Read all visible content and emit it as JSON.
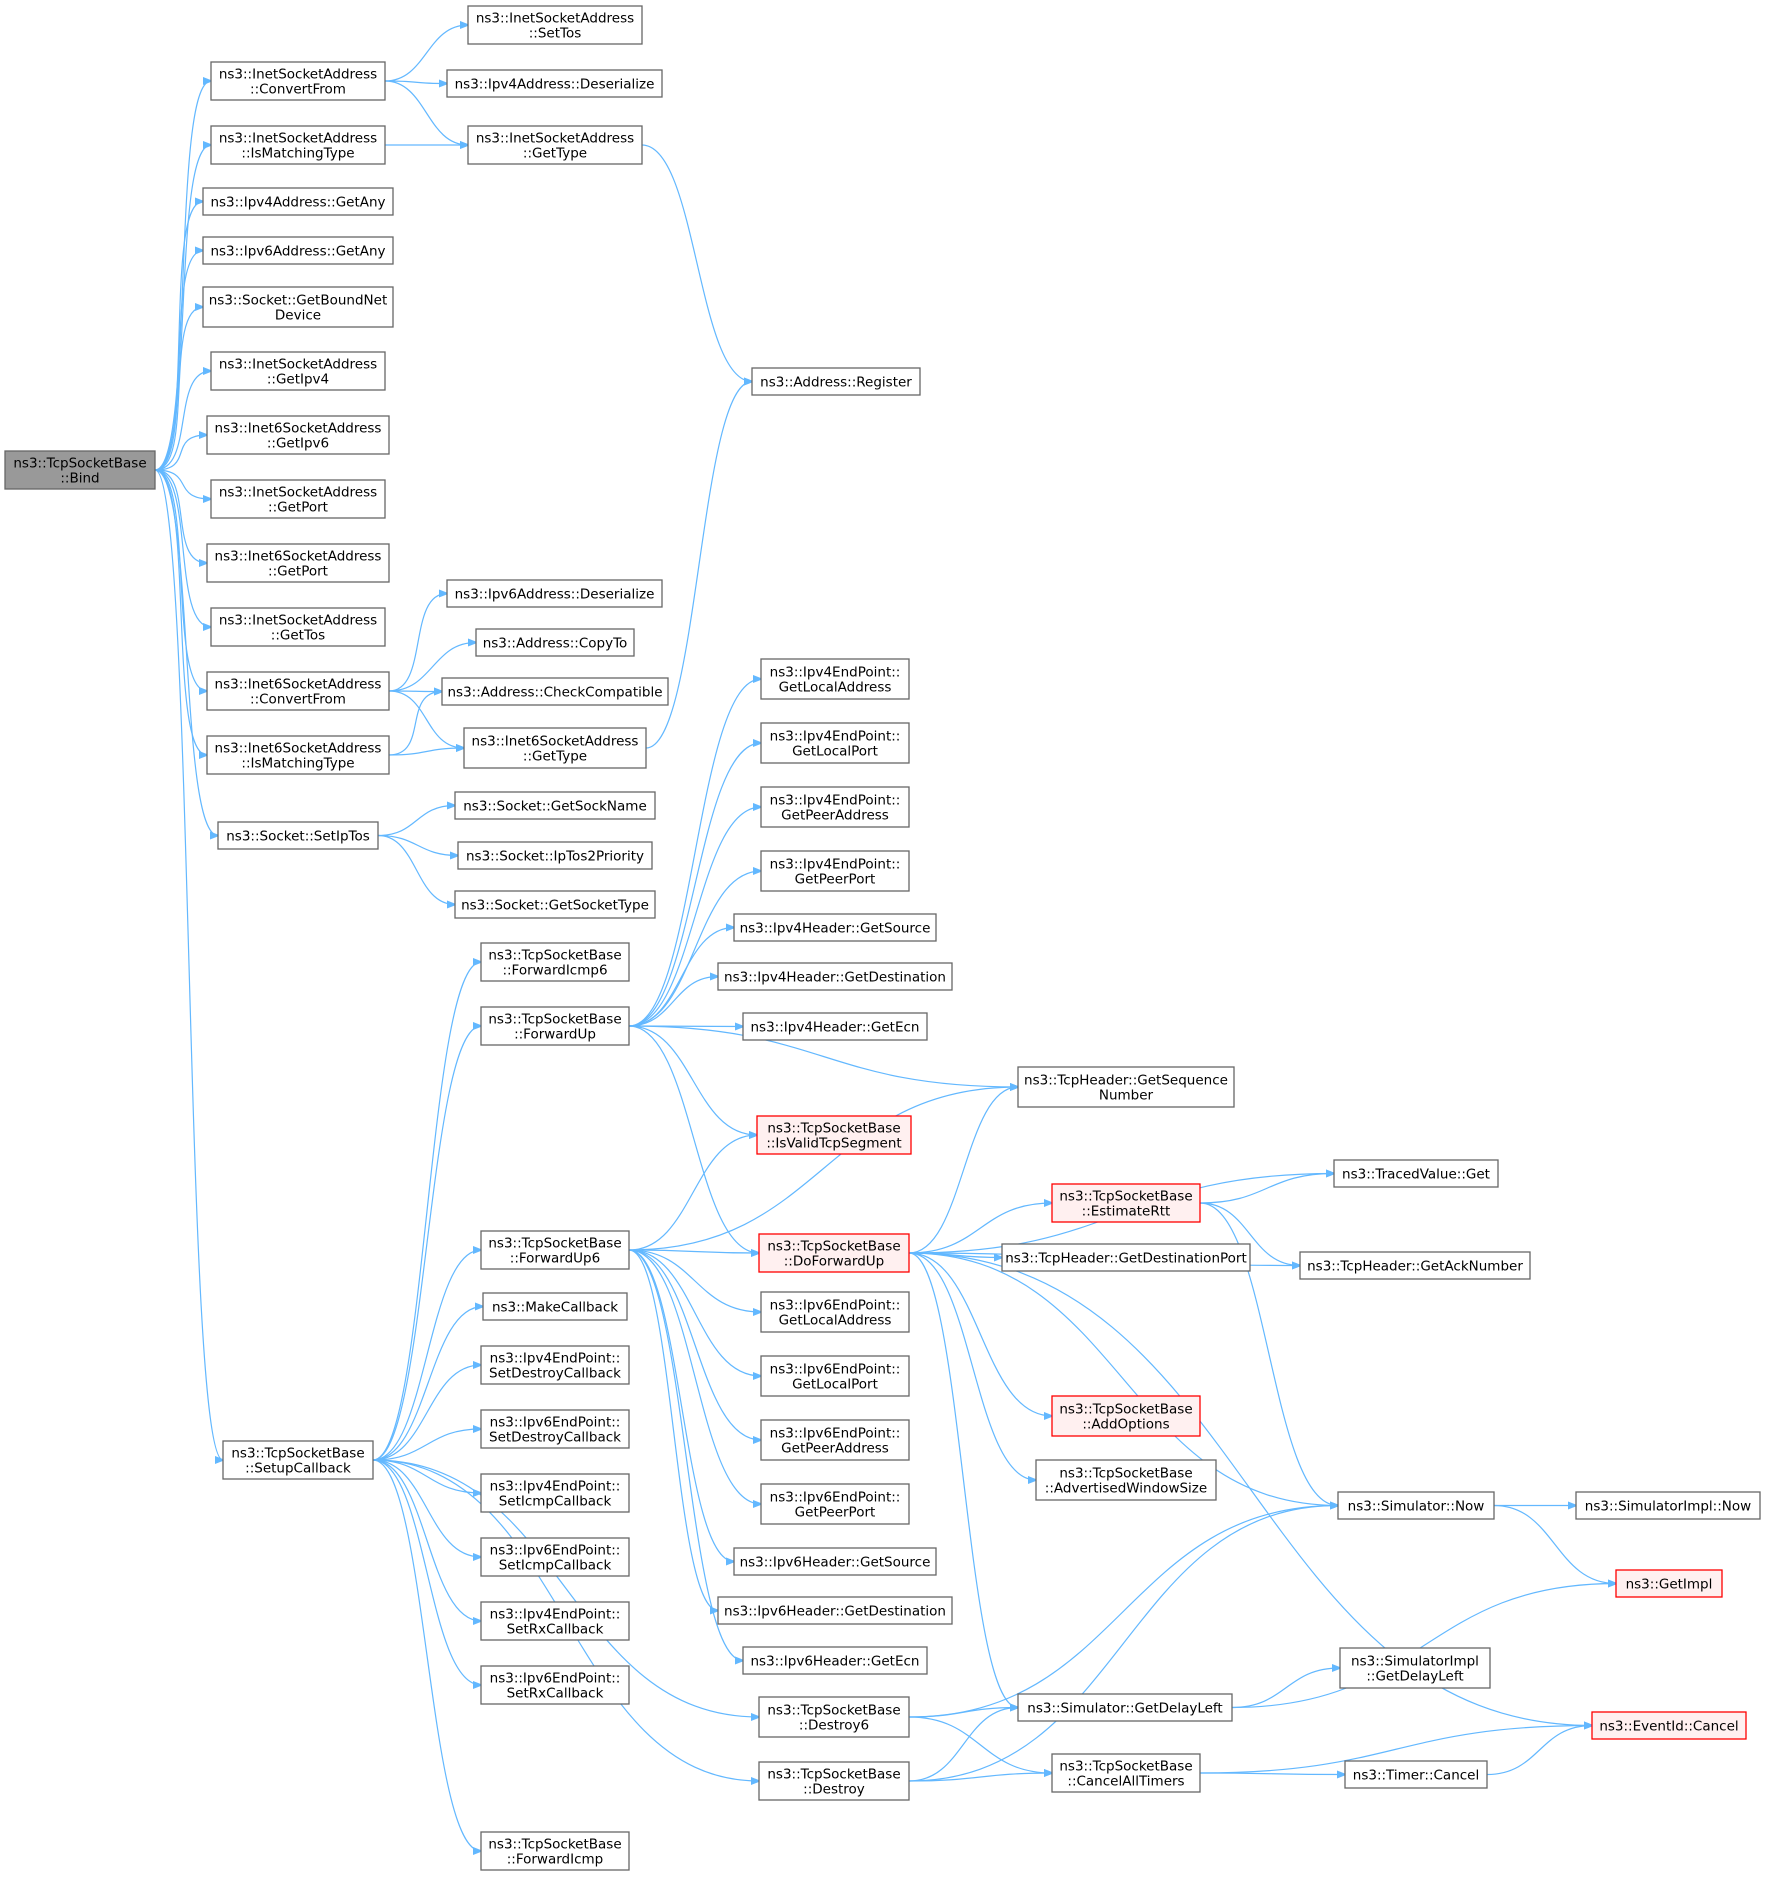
{
  "diagram": {
    "styles": {
      "edge_color": "#63b8ff",
      "node_fill": "#ffffff",
      "node_border": "#666666",
      "root_fill": "#999999",
      "root_border": "#666666",
      "truncated_fill": "#fff0f0",
      "truncated_border": "#ff0000"
    },
    "nodes": [
      {
        "id": "bind",
        "lines": [
          "ns3::TcpSocketBase",
          "::Bind"
        ],
        "style": "root"
      },
      {
        "id": "inetsa_convertfrom",
        "lines": [
          "ns3::InetSocketAddress",
          "::ConvertFrom"
        ]
      },
      {
        "id": "inetsa_ismatchingtype",
        "lines": [
          "ns3::InetSocketAddress",
          "::IsMatchingType"
        ]
      },
      {
        "id": "ipv4addr_getany",
        "lines": [
          "ns3::Ipv4Address::GetAny"
        ]
      },
      {
        "id": "ipv6addr_getany",
        "lines": [
          "ns3::Ipv6Address::GetAny"
        ]
      },
      {
        "id": "socket_getboundnetdevice",
        "lines": [
          "ns3::Socket::GetBoundNet",
          "Device"
        ]
      },
      {
        "id": "inetsa_getipv4",
        "lines": [
          "ns3::InetSocketAddress",
          "::GetIpv4"
        ]
      },
      {
        "id": "inet6sa_getipv6",
        "lines": [
          "ns3::Inet6SocketAddress",
          "::GetIpv6"
        ]
      },
      {
        "id": "inetsa_getport",
        "lines": [
          "ns3::InetSocketAddress",
          "::GetPort"
        ]
      },
      {
        "id": "inet6sa_getport",
        "lines": [
          "ns3::Inet6SocketAddress",
          "::GetPort"
        ]
      },
      {
        "id": "inetsa_gettos",
        "lines": [
          "ns3::InetSocketAddress",
          "::GetTos"
        ]
      },
      {
        "id": "inet6sa_convertfrom",
        "lines": [
          "ns3::Inet6SocketAddress",
          "::ConvertFrom"
        ]
      },
      {
        "id": "inet6sa_ismatchingtype",
        "lines": [
          "ns3::Inet6SocketAddress",
          "::IsMatchingType"
        ]
      },
      {
        "id": "socket_setiptos",
        "lines": [
          "ns3::Socket::SetIpTos"
        ]
      },
      {
        "id": "setupcallback",
        "lines": [
          "ns3::TcpSocketBase",
          "::SetupCallback"
        ]
      },
      {
        "id": "inetsa_settos",
        "lines": [
          "ns3::InetSocketAddress",
          "::SetTos"
        ]
      },
      {
        "id": "ipv4addr_deserialize",
        "lines": [
          "ns3::Ipv4Address::Deserialize"
        ]
      },
      {
        "id": "inetsa_gettype",
        "lines": [
          "ns3::InetSocketAddress",
          "::GetType"
        ]
      },
      {
        "id": "ipv6addr_deserialize",
        "lines": [
          "ns3::Ipv6Address::Deserialize"
        ]
      },
      {
        "id": "address_copyto",
        "lines": [
          "ns3::Address::CopyTo"
        ]
      },
      {
        "id": "address_checkcompatible",
        "lines": [
          "ns3::Address::CheckCompatible"
        ]
      },
      {
        "id": "inet6sa_gettype",
        "lines": [
          "ns3::Inet6SocketAddress",
          "::GetType"
        ]
      },
      {
        "id": "socket_getsockname",
        "lines": [
          "ns3::Socket::GetSockName"
        ]
      },
      {
        "id": "socket_iptos2priority",
        "lines": [
          "ns3::Socket::IpTos2Priority"
        ]
      },
      {
        "id": "socket_getsockettype",
        "lines": [
          "ns3::Socket::GetSocketType"
        ]
      },
      {
        "id": "forwardicmp6",
        "lines": [
          "ns3::TcpSocketBase",
          "::ForwardIcmp6"
        ]
      },
      {
        "id": "forwardup",
        "lines": [
          "ns3::TcpSocketBase",
          "::ForwardUp"
        ]
      },
      {
        "id": "forwardup6",
        "lines": [
          "ns3::TcpSocketBase",
          "::ForwardUp6"
        ]
      },
      {
        "id": "makecallback",
        "lines": [
          "ns3::MakeCallback"
        ]
      },
      {
        "id": "ipv4ep_setdestroycallback",
        "lines": [
          "ns3::Ipv4EndPoint::",
          "SetDestroyCallback"
        ]
      },
      {
        "id": "ipv6ep_setdestroycallback",
        "lines": [
          "ns3::Ipv6EndPoint::",
          "SetDestroyCallback"
        ]
      },
      {
        "id": "ipv4ep_seticmpcallback",
        "lines": [
          "ns3::Ipv4EndPoint::",
          "SetIcmpCallback"
        ]
      },
      {
        "id": "ipv6ep_seticmpcallback",
        "lines": [
          "ns3::Ipv6EndPoint::",
          "SetIcmpCallback"
        ]
      },
      {
        "id": "ipv4ep_setrxcallback",
        "lines": [
          "ns3::Ipv4EndPoint::",
          "SetRxCallback"
        ]
      },
      {
        "id": "ipv6ep_setrxcallback",
        "lines": [
          "ns3::Ipv6EndPoint::",
          "SetRxCallback"
        ]
      },
      {
        "id": "forwardicmp",
        "lines": [
          "ns3::TcpSocketBase",
          "::ForwardIcmp"
        ]
      },
      {
        "id": "address_register",
        "lines": [
          "ns3::Address::Register"
        ]
      },
      {
        "id": "ipv4ep_getlocaladdress",
        "lines": [
          "ns3::Ipv4EndPoint::",
          "GetLocalAddress"
        ]
      },
      {
        "id": "ipv4ep_getlocalport",
        "lines": [
          "ns3::Ipv4EndPoint::",
          "GetLocalPort"
        ]
      },
      {
        "id": "ipv4ep_getpeeraddress",
        "lines": [
          "ns3::Ipv4EndPoint::",
          "GetPeerAddress"
        ]
      },
      {
        "id": "ipv4ep_getpeerport",
        "lines": [
          "ns3::Ipv4EndPoint::",
          "GetPeerPort"
        ]
      },
      {
        "id": "ipv4hdr_getsource",
        "lines": [
          "ns3::Ipv4Header::GetSource"
        ]
      },
      {
        "id": "ipv4hdr_getdestination",
        "lines": [
          "ns3::Ipv4Header::GetDestination"
        ]
      },
      {
        "id": "ipv4hdr_getecn",
        "lines": [
          "ns3::Ipv4Header::GetEcn"
        ]
      },
      {
        "id": "isvalidtcpsegment",
        "lines": [
          "ns3::TcpSocketBase",
          "::IsValidTcpSegment"
        ],
        "style": "truncated"
      },
      {
        "id": "doforwardup",
        "lines": [
          "ns3::TcpSocketBase",
          "::DoForwardUp"
        ],
        "style": "truncated"
      },
      {
        "id": "ipv6ep_getlocaladdress",
        "lines": [
          "ns3::Ipv6EndPoint::",
          "GetLocalAddress"
        ]
      },
      {
        "id": "ipv6ep_getlocalport",
        "lines": [
          "ns3::Ipv6EndPoint::",
          "GetLocalPort"
        ]
      },
      {
        "id": "ipv6ep_getpeeraddress",
        "lines": [
          "ns3::Ipv6EndPoint::",
          "GetPeerAddress"
        ]
      },
      {
        "id": "ipv6ep_getpeerport",
        "lines": [
          "ns3::Ipv6EndPoint::",
          "GetPeerPort"
        ]
      },
      {
        "id": "ipv6hdr_getsource",
        "lines": [
          "ns3::Ipv6Header::GetSource"
        ]
      },
      {
        "id": "ipv6hdr_getdestination",
        "lines": [
          "ns3::Ipv6Header::GetDestination"
        ]
      },
      {
        "id": "ipv6hdr_getecn",
        "lines": [
          "ns3::Ipv6Header::GetEcn"
        ]
      },
      {
        "id": "destroy6",
        "lines": [
          "ns3::TcpSocketBase",
          "::Destroy6"
        ]
      },
      {
        "id": "destroy",
        "lines": [
          "ns3::TcpSocketBase",
          "::Destroy"
        ]
      },
      {
        "id": "tcphdr_getsequencenumber",
        "lines": [
          "ns3::TcpHeader::GetSequence",
          "Number"
        ]
      },
      {
        "id": "estimatertt",
        "lines": [
          "ns3::TcpSocketBase",
          "::EstimateRtt"
        ],
        "style": "truncated"
      },
      {
        "id": "tcphdr_getdestinationport",
        "lines": [
          "ns3::TcpHeader::GetDestinationPort"
        ]
      },
      {
        "id": "addoptions",
        "lines": [
          "ns3::TcpSocketBase",
          "::AddOptions"
        ],
        "style": "truncated"
      },
      {
        "id": "advertisedwindowsize",
        "lines": [
          "ns3::TcpSocketBase",
          "::AdvertisedWindowSize"
        ]
      },
      {
        "id": "simulator_getdelayleft",
        "lines": [
          "ns3::Simulator::GetDelayLeft"
        ]
      },
      {
        "id": "cancelalltimers",
        "lines": [
          "ns3::TcpSocketBase",
          "::CancelAllTimers"
        ]
      },
      {
        "id": "tracedvalue_get",
        "lines": [
          "ns3::TracedValue::Get"
        ]
      },
      {
        "id": "tcphdr_getacknumber",
        "lines": [
          "ns3::TcpHeader::GetAckNumber"
        ]
      },
      {
        "id": "simulator_now",
        "lines": [
          "ns3::Simulator::Now"
        ]
      },
      {
        "id": "simulatorimpl_getdelayleft",
        "lines": [
          "ns3::SimulatorImpl",
          "::GetDelayLeft"
        ]
      },
      {
        "id": "timer_cancel",
        "lines": [
          "ns3::Timer::Cancel"
        ]
      },
      {
        "id": "simulatorimpl_now",
        "lines": [
          "ns3::SimulatorImpl::Now"
        ]
      },
      {
        "id": "getimpl",
        "lines": [
          "ns3::GetImpl"
        ],
        "style": "truncated"
      },
      {
        "id": "eventid_cancel",
        "lines": [
          "ns3::EventId::Cancel"
        ],
        "style": "truncated"
      }
    ],
    "edges": [
      [
        "bind",
        "inetsa_convertfrom"
      ],
      [
        "bind",
        "inetsa_ismatchingtype"
      ],
      [
        "bind",
        "ipv4addr_getany"
      ],
      [
        "bind",
        "ipv6addr_getany"
      ],
      [
        "bind",
        "socket_getboundnetdevice"
      ],
      [
        "bind",
        "inetsa_getipv4"
      ],
      [
        "bind",
        "inet6sa_getipv6"
      ],
      [
        "bind",
        "inetsa_getport"
      ],
      [
        "bind",
        "inet6sa_getport"
      ],
      [
        "bind",
        "inetsa_gettos"
      ],
      [
        "bind",
        "inet6sa_convertfrom"
      ],
      [
        "bind",
        "inet6sa_ismatchingtype"
      ],
      [
        "bind",
        "socket_setiptos"
      ],
      [
        "bind",
        "setupcallback"
      ],
      [
        "inetsa_convertfrom",
        "inetsa_settos"
      ],
      [
        "inetsa_convertfrom",
        "ipv4addr_deserialize"
      ],
      [
        "inetsa_convertfrom",
        "inetsa_gettype"
      ],
      [
        "inetsa_ismatchingtype",
        "inetsa_gettype"
      ],
      [
        "inetsa_gettype",
        "address_register"
      ],
      [
        "inet6sa_convertfrom",
        "ipv6addr_deserialize"
      ],
      [
        "inet6sa_convertfrom",
        "address_copyto"
      ],
      [
        "inet6sa_convertfrom",
        "address_checkcompatible"
      ],
      [
        "inet6sa_convertfrom",
        "inet6sa_gettype"
      ],
      [
        "inet6sa_ismatchingtype",
        "address_checkcompatible"
      ],
      [
        "inet6sa_ismatchingtype",
        "inet6sa_gettype"
      ],
      [
        "inet6sa_gettype",
        "address_register"
      ],
      [
        "socket_setiptos",
        "socket_getsockname"
      ],
      [
        "socket_setiptos",
        "socket_iptos2priority"
      ],
      [
        "socket_setiptos",
        "socket_getsockettype"
      ],
      [
        "setupcallback",
        "forwardicmp6"
      ],
      [
        "setupcallback",
        "forwardup"
      ],
      [
        "setupcallback",
        "forwardup6"
      ],
      [
        "setupcallback",
        "makecallback"
      ],
      [
        "setupcallback",
        "ipv4ep_setdestroycallback"
      ],
      [
        "setupcallback",
        "ipv6ep_setdestroycallback"
      ],
      [
        "setupcallback",
        "ipv4ep_seticmpcallback"
      ],
      [
        "setupcallback",
        "ipv6ep_seticmpcallback"
      ],
      [
        "setupcallback",
        "ipv4ep_setrxcallback"
      ],
      [
        "setupcallback",
        "ipv6ep_setrxcallback"
      ],
      [
        "setupcallback",
        "destroy6"
      ],
      [
        "setupcallback",
        "destroy"
      ],
      [
        "setupcallback",
        "forwardicmp"
      ],
      [
        "forwardup",
        "ipv4ep_getlocaladdress"
      ],
      [
        "forwardup",
        "ipv4ep_getlocalport"
      ],
      [
        "forwardup",
        "ipv4ep_getpeeraddress"
      ],
      [
        "forwardup",
        "ipv4ep_getpeerport"
      ],
      [
        "forwardup",
        "ipv4hdr_getsource"
      ],
      [
        "forwardup",
        "ipv4hdr_getdestination"
      ],
      [
        "forwardup",
        "ipv4hdr_getecn"
      ],
      [
        "forwardup",
        "tcphdr_getsequencenumber"
      ],
      [
        "forwardup",
        "isvalidtcpsegment"
      ],
      [
        "forwardup",
        "doforwardup"
      ],
      [
        "forwardup6",
        "isvalidtcpsegment"
      ],
      [
        "forwardup6",
        "tcphdr_getsequencenumber"
      ],
      [
        "forwardup6",
        "doforwardup"
      ],
      [
        "forwardup6",
        "ipv6ep_getlocaladdress"
      ],
      [
        "forwardup6",
        "ipv6ep_getlocalport"
      ],
      [
        "forwardup6",
        "ipv6ep_getpeeraddress"
      ],
      [
        "forwardup6",
        "ipv6ep_getpeerport"
      ],
      [
        "forwardup6",
        "ipv6hdr_getsource"
      ],
      [
        "forwardup6",
        "ipv6hdr_getdestination"
      ],
      [
        "forwardup6",
        "ipv6hdr_getecn"
      ],
      [
        "doforwardup",
        "tcphdr_getsequencenumber"
      ],
      [
        "doforwardup",
        "tracedvalue_get"
      ],
      [
        "doforwardup",
        "estimatertt"
      ],
      [
        "doforwardup",
        "tcphdr_getdestinationport"
      ],
      [
        "doforwardup",
        "tcphdr_getacknumber"
      ],
      [
        "doforwardup",
        "simulator_now"
      ],
      [
        "doforwardup",
        "addoptions"
      ],
      [
        "doforwardup",
        "advertisedwindowsize"
      ],
      [
        "doforwardup",
        "simulator_getdelayleft"
      ],
      [
        "doforwardup",
        "eventid_cancel"
      ],
      [
        "estimatertt",
        "tracedvalue_get"
      ],
      [
        "estimatertt",
        "tcphdr_getacknumber"
      ],
      [
        "estimatertt",
        "simulator_now"
      ],
      [
        "destroy6",
        "simulator_now"
      ],
      [
        "destroy6",
        "simulator_getdelayleft"
      ],
      [
        "destroy6",
        "cancelalltimers"
      ],
      [
        "destroy",
        "simulator_getdelayleft"
      ],
      [
        "destroy",
        "cancelalltimers"
      ],
      [
        "destroy",
        "simulator_now"
      ],
      [
        "simulator_now",
        "simulatorimpl_now"
      ],
      [
        "simulator_now",
        "getimpl"
      ],
      [
        "simulator_getdelayleft",
        "simulatorimpl_getdelayleft"
      ],
      [
        "simulator_getdelayleft",
        "getimpl"
      ],
      [
        "cancelalltimers",
        "eventid_cancel"
      ],
      [
        "cancelalltimers",
        "timer_cancel"
      ],
      [
        "timer_cancel",
        "eventid_cancel"
      ]
    ]
  }
}
